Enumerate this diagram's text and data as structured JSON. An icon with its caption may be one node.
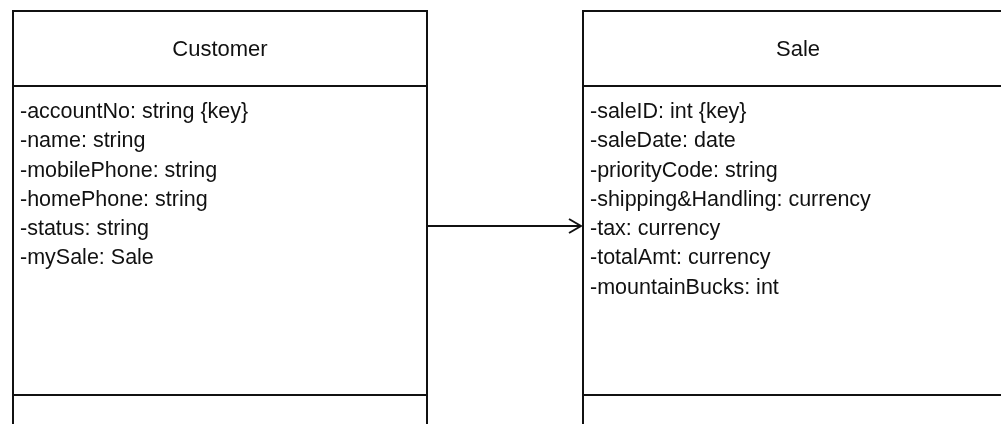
{
  "diagram": {
    "nodes": [
      {
        "text": [
          "Customer",
          "-accountNo: string {key}",
          "-name: string",
          "-mobilePhone: string",
          "-homePhone: string",
          "-status: string",
          "-mySale: Sale"
        ]
      },
      {
        "text": [
          "Sale",
          "-saleID: int {key}",
          "-saleDate: date",
          "-priorityCode: string",
          "-shipping&Handling: currency",
          "-tax: currency",
          "-totalAmt: currency",
          "-mountainBucks: int"
        ]
      }
    ],
    "edges": [
      {
        "from": 0,
        "to": 1,
        "arrow": "to"
      }
    ]
  }
}
